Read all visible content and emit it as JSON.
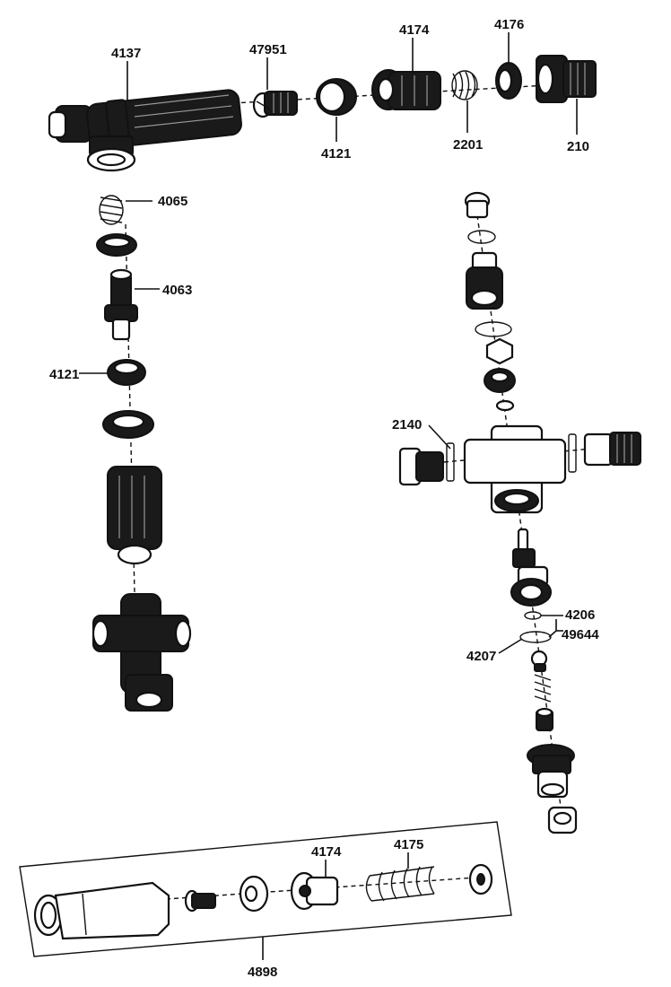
{
  "part_numbers": {
    "p4137": "4137",
    "p47951": "47951",
    "p4174_top": "4174",
    "p4176": "4176",
    "p4121_top": "4121",
    "p2201": "2201",
    "p210": "210",
    "p4065": "4065",
    "p4063": "4063",
    "p4121_left": "4121",
    "p2140": "2140",
    "p4206": "4206",
    "p49644": "49644",
    "p4207": "4207",
    "p4174_box": "4174",
    "p4175": "4175",
    "p4898": "4898"
  }
}
